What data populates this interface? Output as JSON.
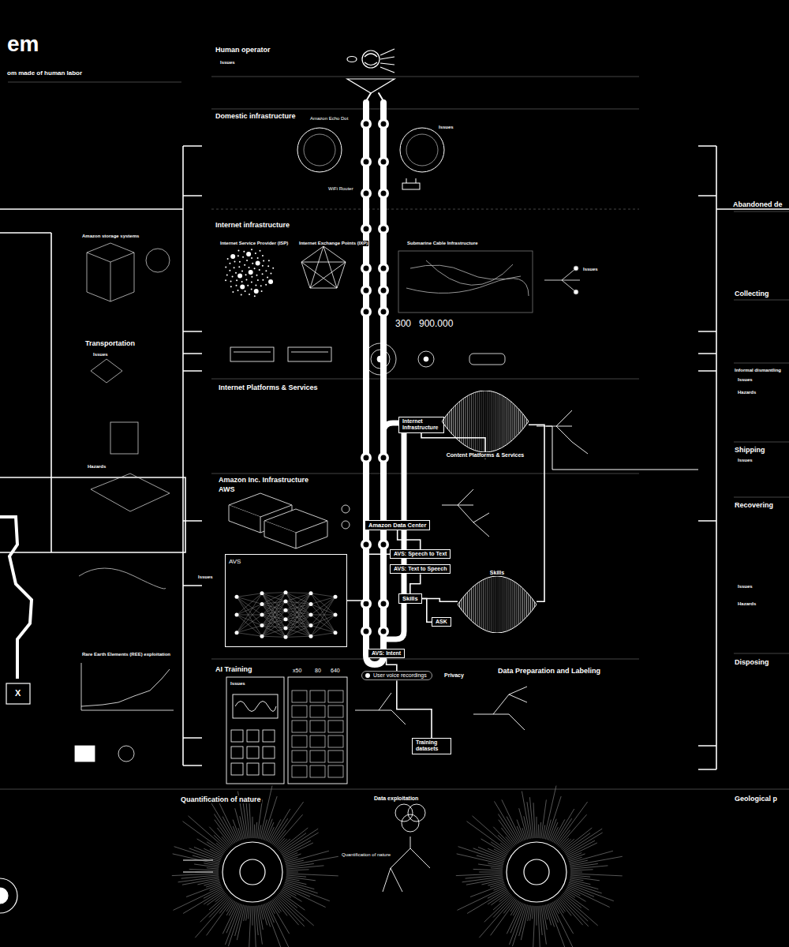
{
  "diagram": {
    "title": "em",
    "caption": "om made of human labor",
    "nodes": [
      {
        "text": [
          "Internet Infrastructure"
        ]
      },
      {
        "text": [
          "Content Platforms & Services"
        ]
      },
      {
        "text": [
          "Amazon Data Center"
        ]
      },
      {
        "text": [
          "AVS: Speech to Text"
        ]
      },
      {
        "text": [
          "AVS"
        ]
      },
      {
        "text": [
          "AVS: Text to Speech"
        ]
      },
      {
        "text": [
          "Skills"
        ]
      },
      {
        "text": [
          "Skills"
        ]
      },
      {
        "text": [
          "ASK"
        ]
      },
      {
        "text": [
          "AVS: Intent"
        ]
      },
      {
        "text": [
          "User voice recordings"
        ]
      },
      {
        "text": [
          "Training datasets"
        ]
      }
    ],
    "edges": [
      {
        "from": 0,
        "to": 1,
        "arrow": "none"
      },
      {
        "from": 2,
        "to": 3,
        "arrow": "none"
      },
      {
        "from": 3,
        "to": 4,
        "arrow": "none"
      },
      {
        "from": 5,
        "to": 6,
        "arrow": "none"
      },
      {
        "from": 6,
        "to": 7,
        "arrow": "none"
      },
      {
        "from": 1,
        "to": 7,
        "arrow": "none"
      },
      {
        "from": 9,
        "to": 10,
        "arrow": "none"
      },
      {
        "from": 10,
        "to": 11,
        "arrow": "none"
      },
      {
        "from": 6,
        "to": 8,
        "arrow": "none"
      }
    ],
    "labels": [
      "Human operator",
      "Issues",
      "Domestic infrastructure",
      "Amazon Echo Dot",
      "Issues",
      "WiFi Router",
      "Internet infrastructure",
      "Internet Service Provider (ISP)",
      "Internet Exchange Points (IXP)",
      "Submarine Cable Infrastructure",
      "Issues",
      "300",
      "900.000",
      "Internet Platforms & Services",
      "Amazon Inc. Infrastructure",
      "AWS",
      "Issues",
      "AI Training",
      "Issues",
      "x50",
      "80",
      "640",
      "Privacy",
      "Data Preparation and Labeling",
      "Quantification of nature",
      "Data exploitation",
      "Quantification of nature",
      "Amazon storage systems",
      "Transportation",
      "Issues",
      "Hazards",
      "Rare Earth Elements (REE) exploitation",
      "X",
      "Abandoned de",
      "Collecting",
      "Informal dismantling",
      "Issues",
      "Hazards",
      "Shipping",
      "Issues",
      "Recovering",
      "Issues",
      "Hazards",
      "Disposing",
      "Geological p"
    ]
  }
}
